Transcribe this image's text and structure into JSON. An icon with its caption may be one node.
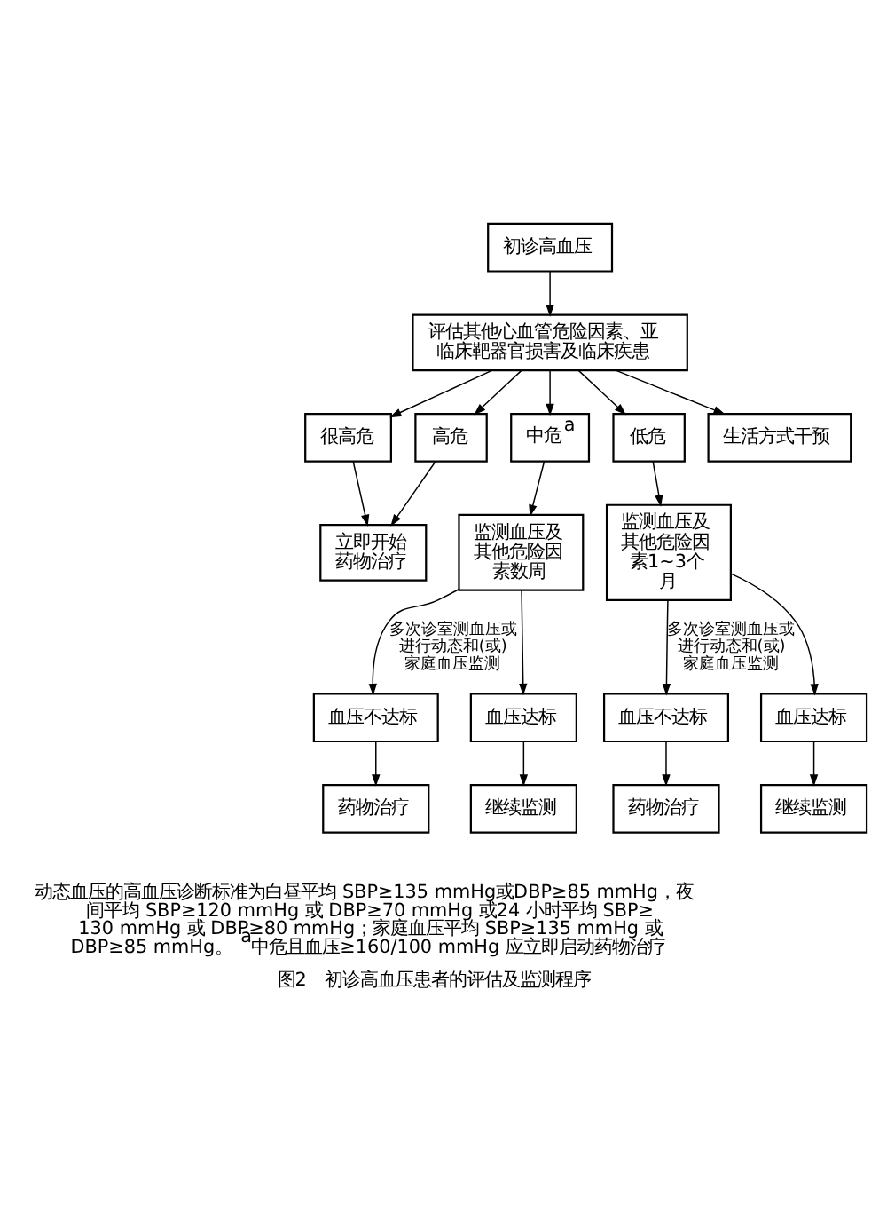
{
  "diagram": {
    "caption": "图2　初诊高血压患者的评估及监测程序",
    "nodes": [
      {
        "text": [
          "初诊高血压"
        ]
      },
      {
        "text": [
          "评估其他心血管危险因素、亚临床靶器官损害及临床疾患"
        ]
      },
      {
        "text": [
          "生活方式干预"
        ]
      },
      {
        "text": [
          "很高危"
        ]
      },
      {
        "text": [
          "高危"
        ]
      },
      {
        "text": [
          "中危$^{a}$"
        ]
      },
      {
        "text": [
          "低危"
        ]
      },
      {
        "text": [
          "立即开始药物治疗"
        ]
      },
      {
        "text": [
          "监测血压及其他危险因素数周"
        ]
      },
      {
        "text": [
          "监测血压及其他危险因素1~3个月"
        ]
      },
      {
        "text": [
          "血压不达标"
        ]
      },
      {
        "text": [
          "血压达标"
        ]
      },
      {
        "text": [
          "血压不达标"
        ]
      },
      {
        "text": [
          "血压达标"
        ]
      },
      {
        "text": [
          "药物治疗"
        ]
      },
      {
        "text": [
          "继续监测"
        ]
      },
      {
        "text": [
          "药物治疗"
        ]
      },
      {
        "text": [
          "继续监测"
        ]
      }
    ],
    "edges": [
      {
        "from": 0,
        "to": 1,
        "arrow": "to"
      },
      {
        "from": 1,
        "to": 2,
        "arrow": "to"
      },
      {
        "from": 1,
        "to": 3,
        "arrow": "to"
      },
      {
        "from": 1,
        "to": 4,
        "arrow": "to"
      },
      {
        "from": 1,
        "to": 5,
        "arrow": "to"
      },
      {
        "from": 1,
        "to": 6,
        "arrow": "to"
      },
      {
        "from": 3,
        "to": 7,
        "arrow": "to"
      },
      {
        "from": 4,
        "to": 7,
        "arrow": "to"
      },
      {
        "from": 5,
        "to": 8,
        "arrow": "to"
      },
      {
        "from": 6,
        "to": 9,
        "arrow": "to"
      },
      {
        "from": 8,
        "to": 10,
        "arrow": "to",
        "label": "多次诊室测血压或进行动态和(或)家庭血压监测"
      },
      {
        "from": 8,
        "to": 11,
        "arrow": "to"
      },
      {
        "from": 9,
        "to": 12,
        "arrow": "to",
        "label": "多次诊室测血压或进行动态和(或)家庭血压监测"
      },
      {
        "from": 9,
        "to": 13,
        "arrow": "to"
      },
      {
        "from": 10,
        "to": 14,
        "arrow": "to"
      },
      {
        "from": 11,
        "to": 15,
        "arrow": "to"
      },
      {
        "from": 12,
        "to": 16,
        "arrow": "to"
      },
      {
        "from": 13,
        "to": 17,
        "arrow": "to"
      }
    ],
    "labels": [
      "动态血压的高血压诊断标准为白昼平均 SBP≥135 mmHg或DBP≥85 mmHg，夜间平均 SBP≥120 mmHg 或 DBP≥70 mmHg 或24 小时平均 SBP≥130 mmHg 或 DBP≥80 mmHg；家庭血压平均 SBP≥135 mmHg 或 DBP≥85 mmHg。$^{a}$中危且血压≥160/100 mmHg 应立即启动药物治疗"
    ]
  }
}
